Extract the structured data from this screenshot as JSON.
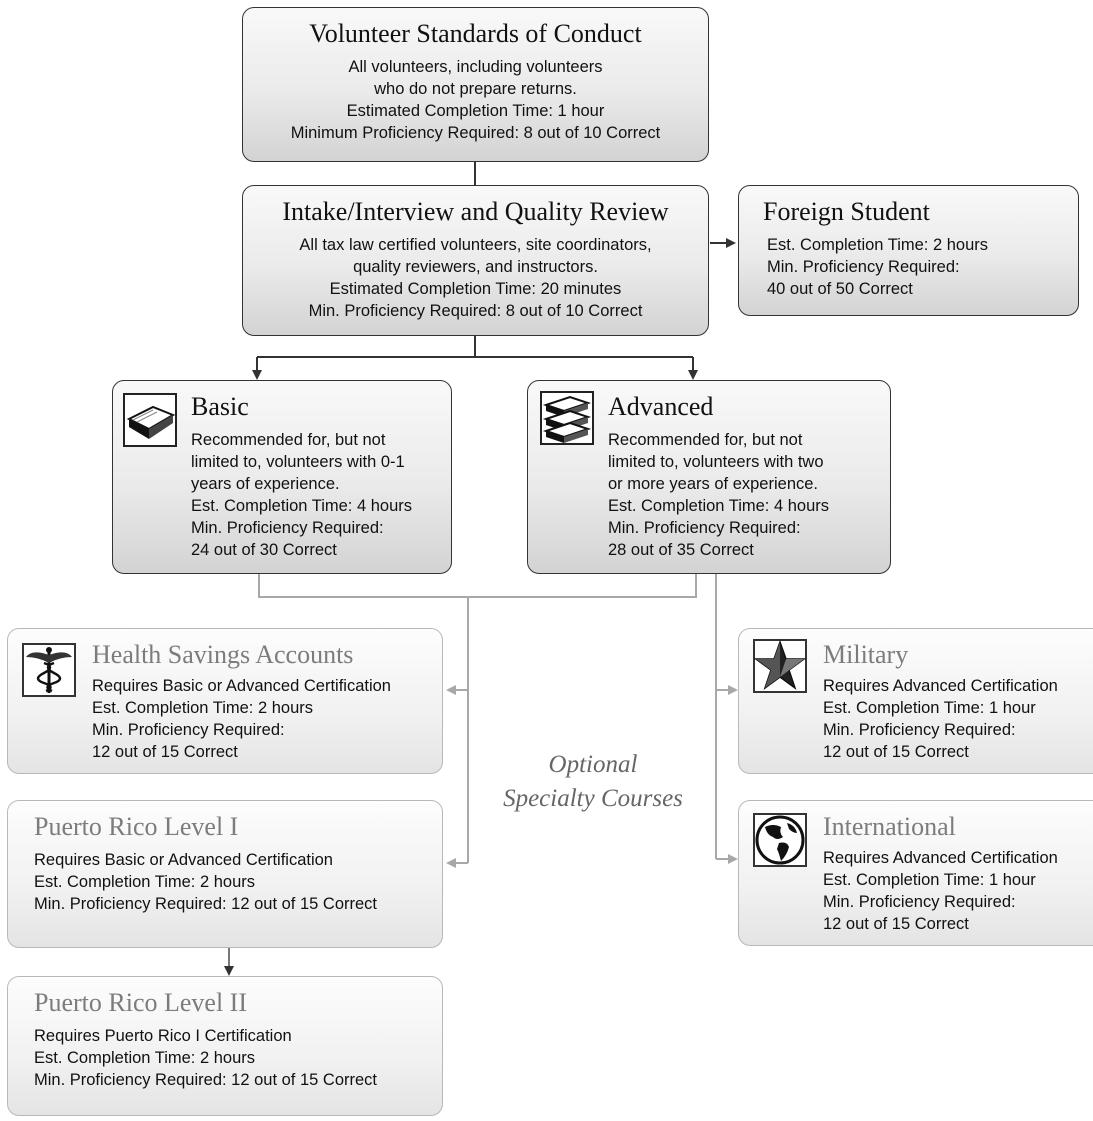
{
  "vsc": {
    "title": "Volunteer Standards of Conduct",
    "lines": [
      "All volunteers, including volunteers",
      "who do not prepare returns.",
      "Estimated Completion Time: 1 hour",
      "Minimum Proficiency Required: 8 out of 10 Correct"
    ]
  },
  "intake": {
    "title": "Intake/Interview and Quality Review",
    "lines": [
      "All tax law certified volunteers, site coordinators,",
      "quality reviewers, and instructors.",
      "Estimated Completion Time: 20 minutes",
      "Min. Proficiency Required: 8 out of 10 Correct"
    ]
  },
  "foreign": {
    "title": "Foreign Student",
    "lines": [
      "Est. Completion Time: 2 hours",
      "Min. Proficiency Required:",
      "40 out of 50 Correct"
    ]
  },
  "basic": {
    "title": "Basic",
    "icon": "book-icon",
    "lines": [
      "Recommended for, but not",
      "limited to, volunteers with 0-1",
      "years of experience.",
      "Est. Completion Time: 4 hours",
      "Min. Proficiency Required:",
      "24 out of 30 Correct"
    ]
  },
  "advanced": {
    "title": "Advanced",
    "icon": "books-stack-icon",
    "lines": [
      "Recommended for, but not",
      "limited to, volunteers with two",
      "or more years of experience.",
      "Est. Completion Time: 4 hours",
      "Min. Proficiency Required:",
      "28 out of 35 Correct"
    ]
  },
  "hsa": {
    "title": "Health Savings Accounts",
    "icon": "caduceus-icon",
    "lines": [
      "Requires Basic or Advanced Certification",
      "Est. Completion Time: 2 hours",
      "Min. Proficiency Required:",
      "12 out of 15 Correct"
    ]
  },
  "military": {
    "title": "Military",
    "icon": "star-icon",
    "lines": [
      "Requires Advanced Certification",
      "Est. Completion Time: 1 hour",
      "Min. Proficiency Required:",
      "12 out of 15 Correct"
    ]
  },
  "pr1": {
    "title": "Puerto Rico Level I",
    "lines": [
      "Requires Basic or Advanced Certification",
      "Est. Completion Time: 2 hours",
      "Min. Proficiency Required: 12 out of 15 Correct"
    ]
  },
  "international": {
    "title": "International",
    "icon": "globe-icon",
    "lines": [
      "Requires Advanced Certification",
      "Est. Completion Time: 1 hour",
      "Min. Proficiency Required:",
      "12 out of 15 Correct"
    ]
  },
  "pr2": {
    "title": "Puerto Rico Level II",
    "lines": [
      "Requires Puerto Rico I Certification",
      "Est. Completion Time: 2 hours",
      "Min. Proficiency Required: 12 out of 15 Correct"
    ]
  },
  "optional_label": [
    "Optional",
    "Specialty Courses"
  ],
  "colors": {
    "dark_border": "#333333",
    "light_border": "#b8b8b8",
    "light_title": "#7c7c7c",
    "connector": "#333333",
    "light_connector": "#a8a8a8"
  }
}
